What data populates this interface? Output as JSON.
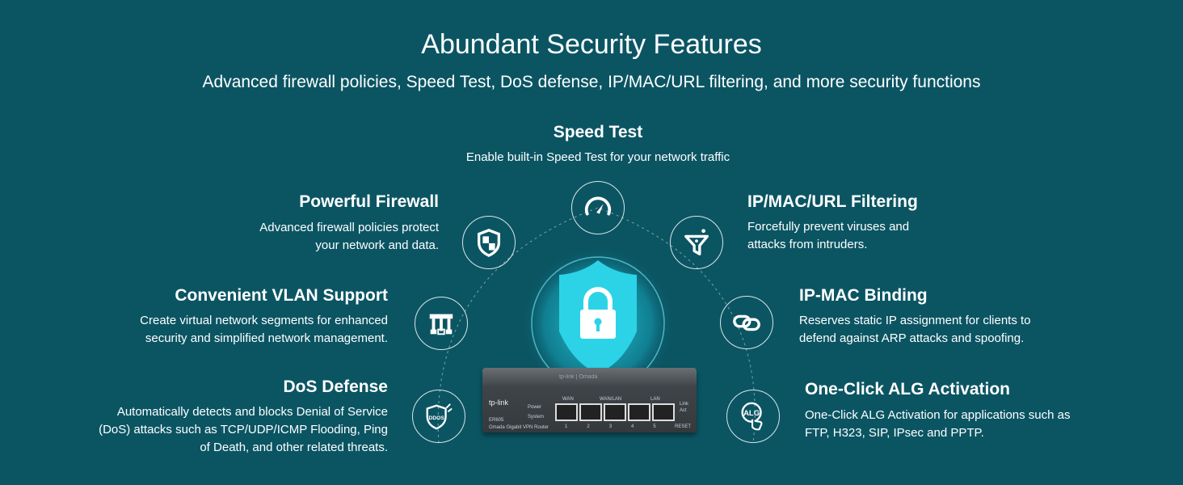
{
  "header": {
    "title": "Abundant Security Features",
    "subtitle": "Advanced firewall policies, Speed Test, DoS defense, IP/MAC/URL filtering, and more security functions"
  },
  "features": [
    {
      "title": "Speed Test",
      "desc": [
        "Enable built-in Speed Test for your network traffic"
      ],
      "icon": "speedometer-icon"
    },
    {
      "title": "Powerful Firewall",
      "desc": [
        "Advanced firewall policies protect",
        "your network and data."
      ],
      "icon": "shield-icon"
    },
    {
      "title": "IP/MAC/URL Filtering",
      "desc": [
        "Forcefully prevent viruses and",
        "attacks from intruders."
      ],
      "icon": "filter-icon"
    },
    {
      "title": "Convenient VLAN Support",
      "desc": [
        "Create virtual network segments for enhanced",
        "security and simplified network management."
      ],
      "icon": "vlan-icon"
    },
    {
      "title": "IP-MAC Binding",
      "desc": [
        "Reserves static IP assignment for clients to",
        "defend against ARP attacks and spoofing."
      ],
      "icon": "link-icon"
    },
    {
      "title": "DoS Defense",
      "desc": [
        "Automatically detects and blocks Denial of Service",
        "(DoS) attacks such as TCP/UDP/ICMP Flooding, Ping",
        "of Death, and other related threats."
      ],
      "icon": "ddos-shield-icon",
      "icon_text": "DDOS"
    },
    {
      "title": "One-Click ALG Activation",
      "desc": [
        "One-Click ALG Activation for applications such as",
        "FTP, H323, SIP, IPsec and PPTP."
      ],
      "icon": "alg-touch-icon",
      "icon_text": "ALG"
    }
  ],
  "router": {
    "brand": "tp-link",
    "top_brand": "tp-link | Omada",
    "model": "ER605",
    "name": "Omada Gigabit VPN Router",
    "power": "Power",
    "system": "System",
    "wan": "WAN",
    "wanlan": "WAN/LAN",
    "lan": "LAN",
    "link": "Link",
    "act": "Act",
    "reset": "RESET",
    "ports": [
      "1",
      "2",
      "3",
      "4",
      "5"
    ]
  },
  "colors": {
    "background": "#0b5563",
    "glow": "#27d4e6"
  }
}
